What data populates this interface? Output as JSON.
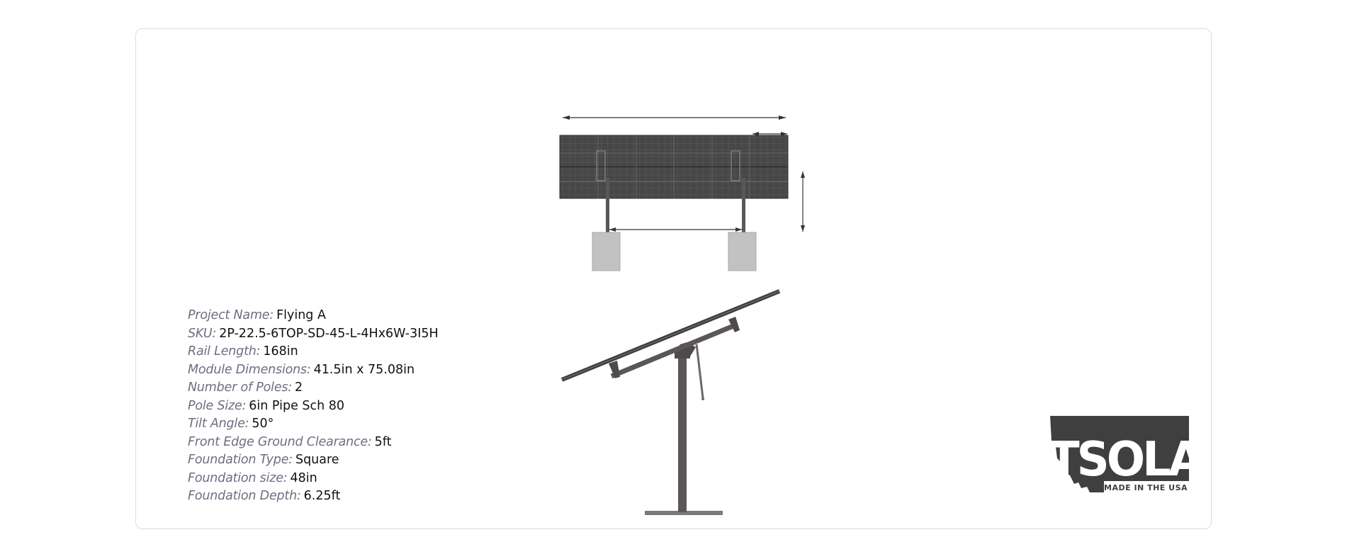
{
  "specs": [
    {
      "label": "Project Name:",
      "value": "Flying A"
    },
    {
      "label": "SKU:",
      "value": "2P-22.5-6TOP-SD-45-L-4Hx6W-3I5H"
    },
    {
      "label": "Rail Length:",
      "value": "168in"
    },
    {
      "label": "Module Dimensions:",
      "value": "41.5in x 75.08in"
    },
    {
      "label": "Number of Poles:",
      "value": "2"
    },
    {
      "label": "Pole Size:",
      "value": "6in Pipe Sch 80"
    },
    {
      "label": "Tilt Angle:",
      "value": "50°"
    },
    {
      "label": "Front Edge Ground Clearance:",
      "value": "5ft"
    },
    {
      "label": "Foundation Type:",
      "value": "Square"
    },
    {
      "label": "Foundation size:",
      "value": "48in"
    },
    {
      "label": "Foundation Depth:",
      "value": "6.25ft"
    }
  ],
  "logo": {
    "brand": "MTSOLAR",
    "tagline": "MADE IN THE USA"
  },
  "colors": {
    "panel": "#4a4a4a",
    "pole": "#5b5757",
    "foundation": "#c2c2c2",
    "label": "#6b6f80"
  }
}
